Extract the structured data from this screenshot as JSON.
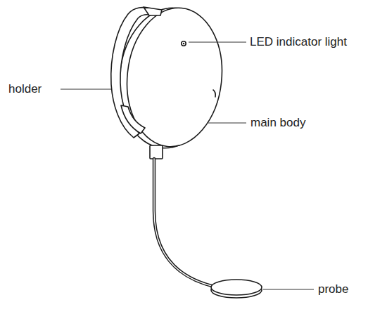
{
  "diagram": {
    "labels": [
      "LED indicator light",
      "holder",
      "main body",
      "probe"
    ]
  }
}
